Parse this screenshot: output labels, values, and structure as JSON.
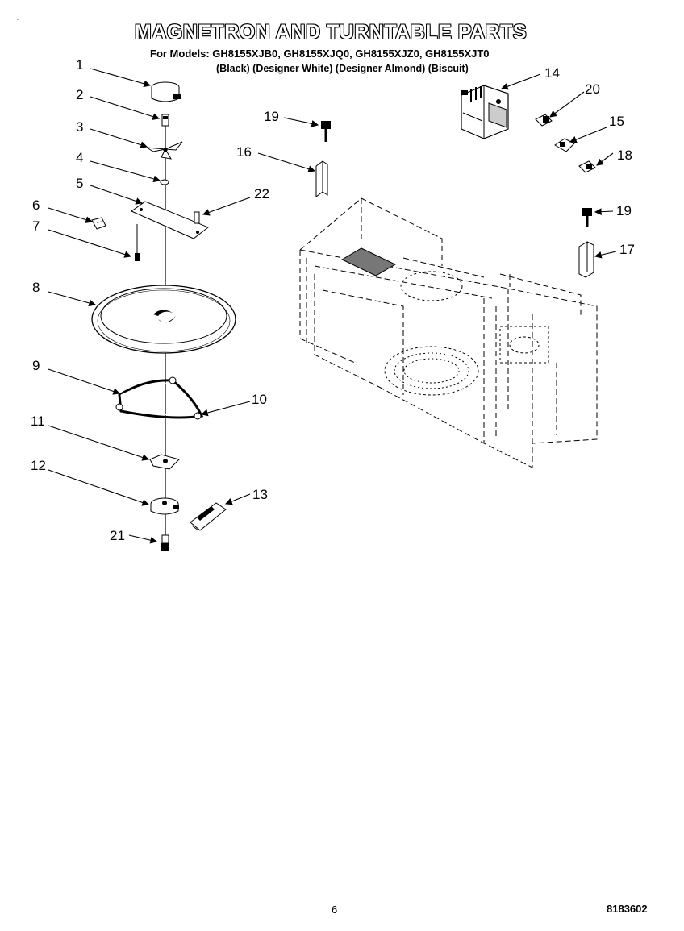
{
  "header": {
    "title": "MAGNETRON AND TURNTABLE PARTS",
    "models_line": "For Models: GH8155XJB0, GH8155XJQ0, GH8155XJZ0, GH8155XJT0",
    "colors_line": "(Black)  (Designer White) (Designer Almond)  (Biscuit)"
  },
  "corner_mark": "·",
  "footer": {
    "page_number": "6",
    "document_number": "8183602"
  },
  "callouts": [
    "1",
    "2",
    "3",
    "4",
    "5",
    "6",
    "7",
    "8",
    "9",
    "10",
    "11",
    "12",
    "13",
    "14",
    "15",
    "16",
    "17",
    "18",
    "19",
    "20",
    "21",
    "22"
  ],
  "icons": {
    "motor": "stirrer-motor-icon",
    "fan": "stirrer-blade-icon",
    "turntable": "glass-turntable-icon",
    "support": "roller-support-icon",
    "magnetron": "magnetron-icon"
  }
}
